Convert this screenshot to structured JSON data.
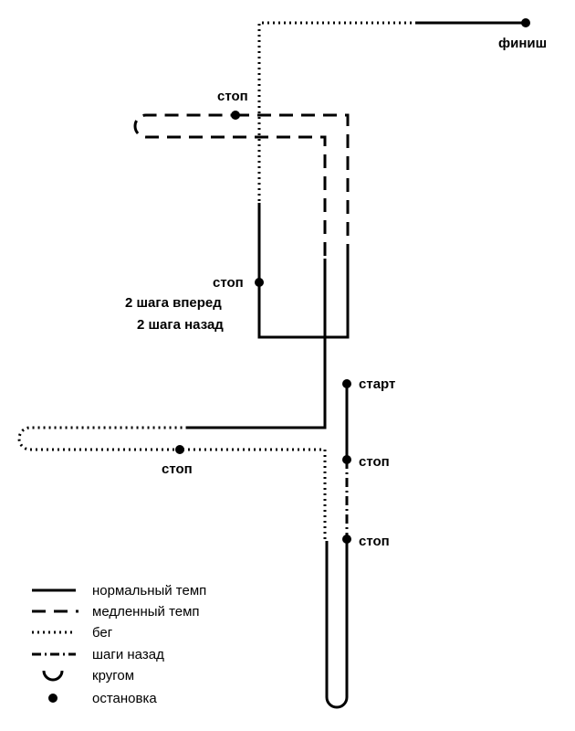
{
  "route": {
    "finish_label": "финиш",
    "start_label": "старт",
    "stop_label_top": "стоп",
    "stop_label_mid": "стоп",
    "steps_forward": "2 шага вперед",
    "steps_back": "2 шага назад",
    "stop_label_lower_left": "стоп",
    "stop_label_right_1": "стоп",
    "stop_label_right_2": "стоп"
  },
  "legend": {
    "items": [
      {
        "icon": "solid-line",
        "label": "нормальный темп"
      },
      {
        "icon": "dashed-line",
        "label": "медленный темп"
      },
      {
        "icon": "dotted-line",
        "label": "бег"
      },
      {
        "icon": "dash-dot-line",
        "label": "шаги назад"
      },
      {
        "icon": "u-turn-arc",
        "label": "кругом"
      },
      {
        "icon": "dot-marker",
        "label": "остановка"
      }
    ]
  }
}
